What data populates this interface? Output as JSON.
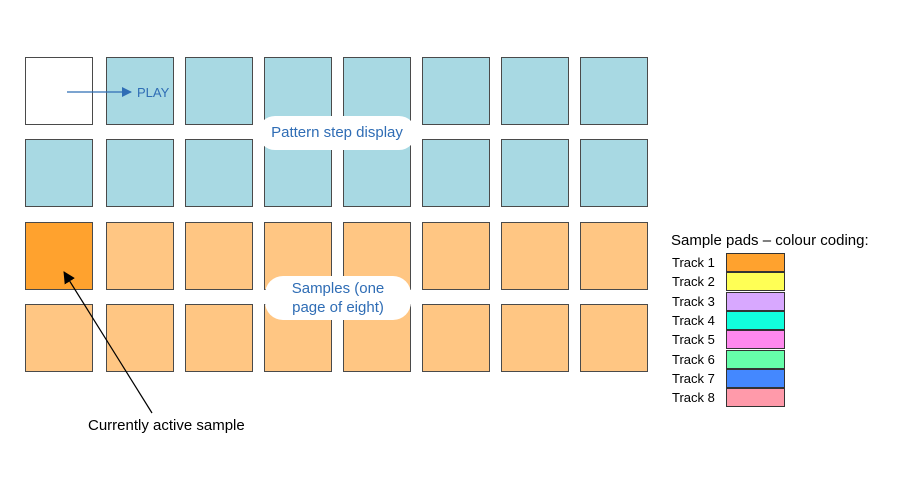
{
  "pad_colors": {
    "play": "#ffffff",
    "pattern_step": "#a8d9e3",
    "sample": "#ffc683",
    "active_sample": "#ffa22e"
  },
  "labels": {
    "play": "PLAY",
    "pattern_step_display": "Pattern step display",
    "samples_line1": "Samples (one",
    "samples_line2": "page of eight)",
    "currently_active_sample": "Currently active sample"
  },
  "legend": {
    "title": "Sample pads – colour coding:",
    "tracks": [
      {
        "label": "Track 1",
        "color": "#ffa22e"
      },
      {
        "label": "Track 2",
        "color": "#ffff55"
      },
      {
        "label": "Track 3",
        "color": "#d8a8ff"
      },
      {
        "label": "Track 4",
        "color": "#11ffdd"
      },
      {
        "label": "Track 5",
        "color": "#ff88ee"
      },
      {
        "label": "Track 6",
        "color": "#66ffaa"
      },
      {
        "label": "Track 7",
        "color": "#4488ff"
      },
      {
        "label": "Track 8",
        "color": "#ff9aaa"
      }
    ]
  }
}
